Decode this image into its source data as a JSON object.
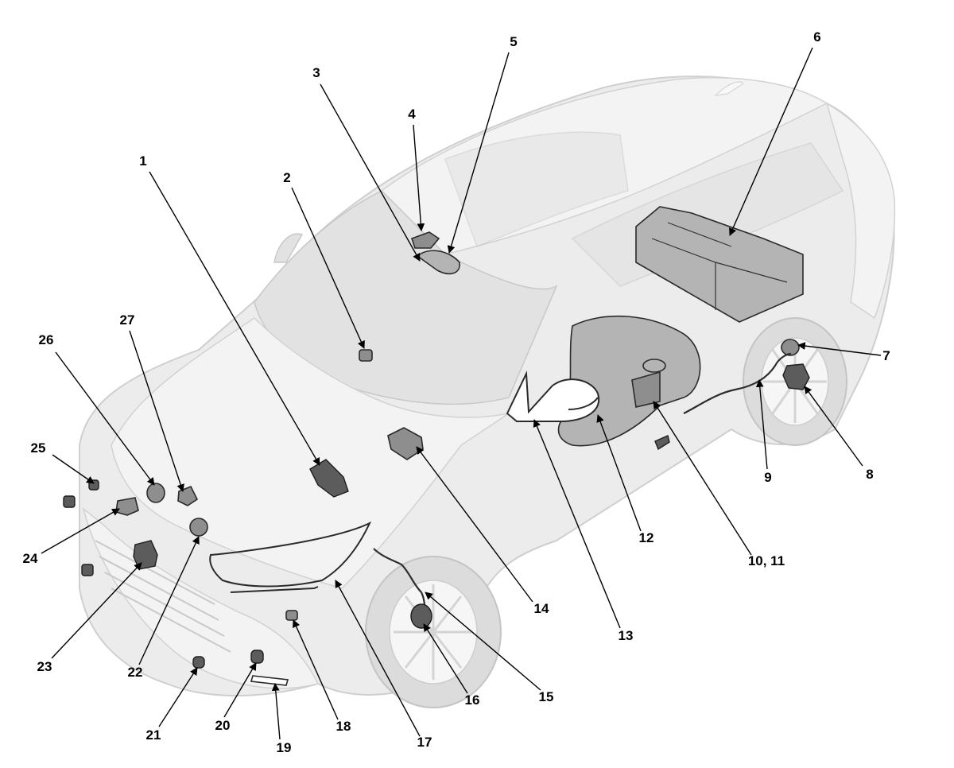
{
  "diagram": {
    "callouts": [
      {
        "id": 1,
        "label": "1"
      },
      {
        "id": 2,
        "label": "2"
      },
      {
        "id": 3,
        "label": "3"
      },
      {
        "id": 4,
        "label": "4"
      },
      {
        "id": 5,
        "label": "5"
      },
      {
        "id": 6,
        "label": "6"
      },
      {
        "id": 7,
        "label": "7"
      },
      {
        "id": 8,
        "label": "8"
      },
      {
        "id": 9,
        "label": "9"
      },
      {
        "id": 10,
        "label": "10, 11"
      },
      {
        "id": 12,
        "label": "12"
      },
      {
        "id": 13,
        "label": "13"
      },
      {
        "id": 14,
        "label": "14"
      },
      {
        "id": 15,
        "label": "15"
      },
      {
        "id": 16,
        "label": "16"
      },
      {
        "id": 17,
        "label": "17"
      },
      {
        "id": 18,
        "label": "18"
      },
      {
        "id": 19,
        "label": "19"
      },
      {
        "id": 20,
        "label": "20"
      },
      {
        "id": 21,
        "label": "21"
      },
      {
        "id": 22,
        "label": "22"
      },
      {
        "id": 23,
        "label": "23"
      },
      {
        "id": 24,
        "label": "24"
      },
      {
        "id": 25,
        "label": "25"
      },
      {
        "id": 26,
        "label": "26"
      },
      {
        "id": 27,
        "label": "27"
      }
    ]
  }
}
